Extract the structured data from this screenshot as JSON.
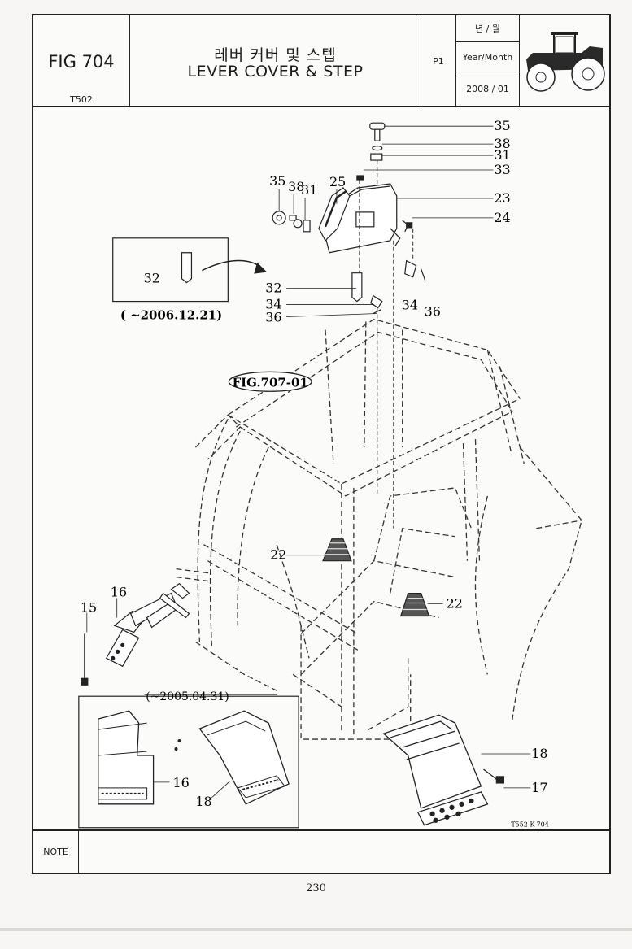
{
  "header": {
    "fig_label": "FIG 704",
    "model": "T502",
    "title_ko": "레버 커버 및 스텝",
    "title_en": "LEVER COVER & STEP",
    "page_label": "P1",
    "date_label_ko": "년 / 월",
    "date_label_en": "Year/Month",
    "date_value": "2008 / 01"
  },
  "drawing": {
    "inset_top_label": "( ~2006.12.21)",
    "inset_bottom_label": "(~2005.04.31)",
    "fig_ref": "FIG.707-01",
    "drawing_code": "T552-K-704",
    "callouts": {
      "c35a": "35",
      "c38a": "38",
      "c31a": "31",
      "c33": "33",
      "c23": "23",
      "c24": "24",
      "c35b": "35",
      "c38b": "38",
      "c31b": "31",
      "c25": "25",
      "c32a": "32",
      "c32b": "32",
      "c34a": "34",
      "c36a": "36",
      "c34b": "34",
      "c36b": "36",
      "c22a": "22",
      "c22b": "22",
      "c16a": "16",
      "c15": "15",
      "c16b": "16",
      "c18a": "18",
      "c18b": "18",
      "c17": "17"
    }
  },
  "footer": {
    "note_label": "NOTE",
    "page_number": "230"
  }
}
